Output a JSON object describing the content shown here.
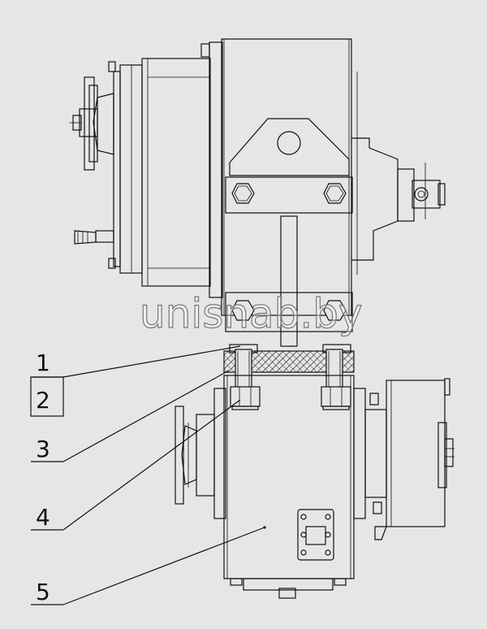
{
  "watermark": "unisnab.by",
  "callouts": [
    {
      "label": "1"
    },
    {
      "label": "2"
    },
    {
      "label": "3"
    },
    {
      "label": "4"
    },
    {
      "label": "5"
    }
  ],
  "colors": {
    "background": "#e6e6e6",
    "ink": "#111111"
  }
}
